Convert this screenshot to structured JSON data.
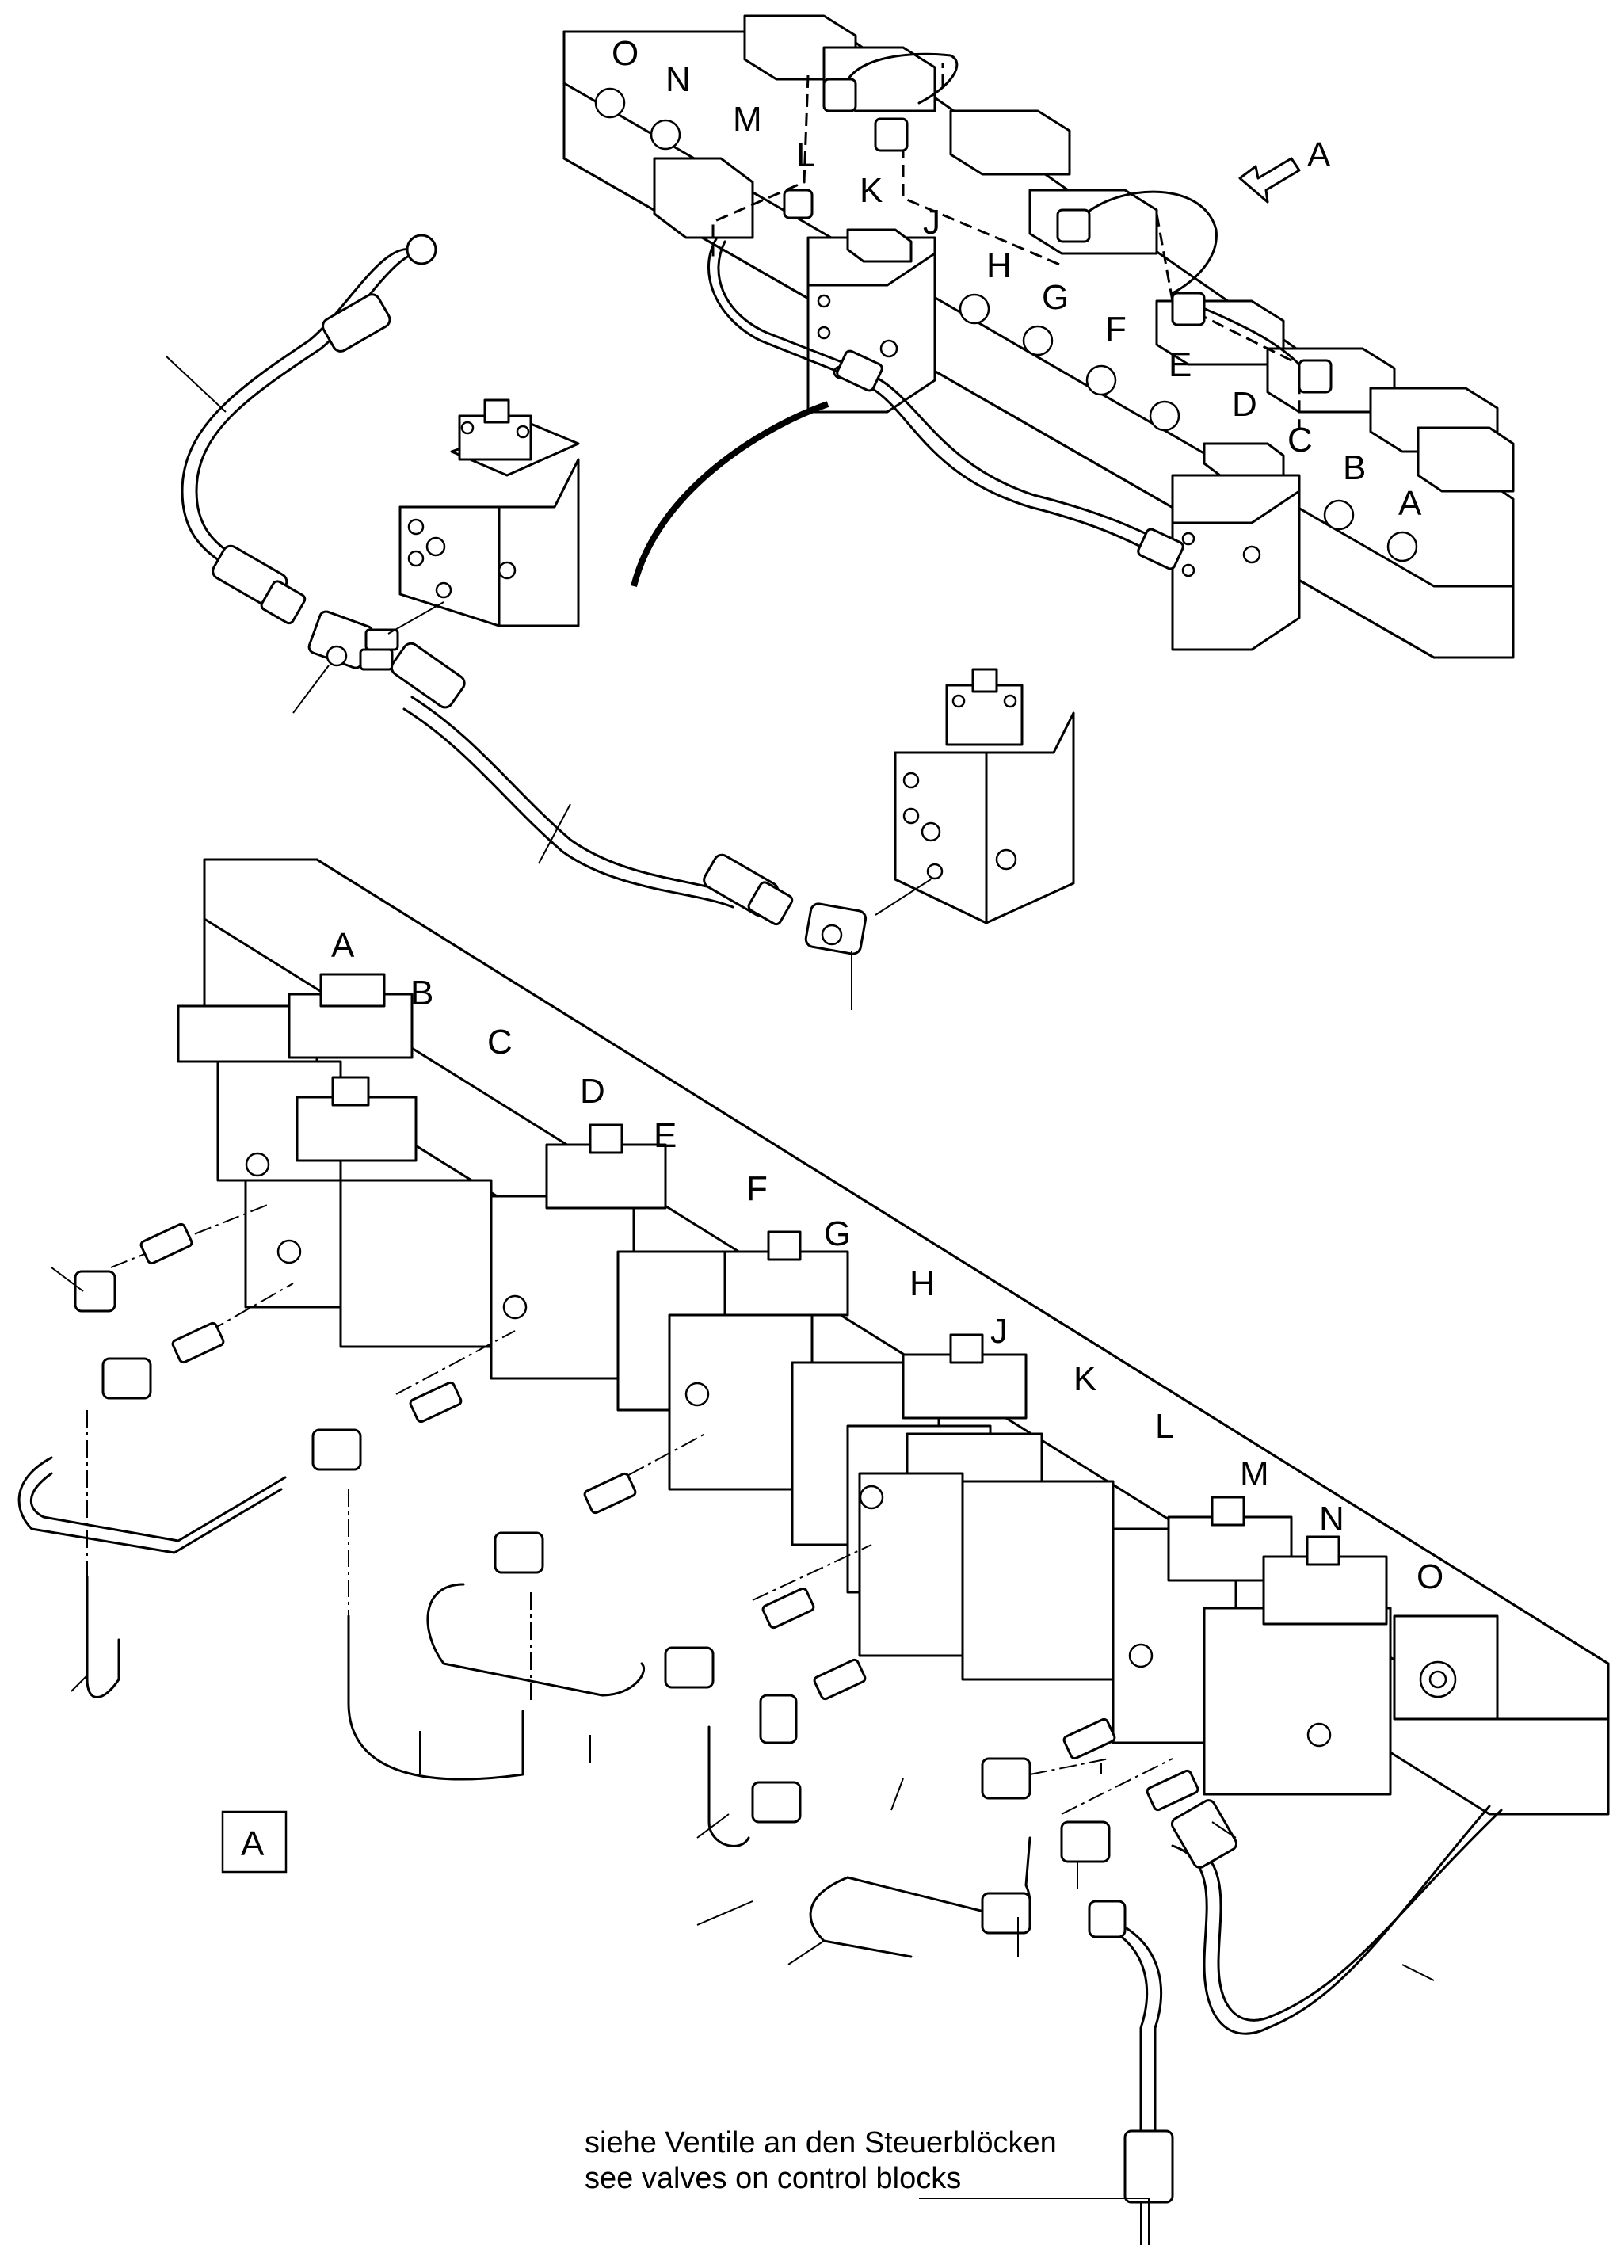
{
  "view_marker": "A",
  "view_box_label": "A",
  "top_assembly_labels": [
    "O",
    "N",
    "M",
    "L",
    "K",
    "J",
    "H",
    "G",
    "F",
    "E",
    "D",
    "C",
    "B",
    "A"
  ],
  "detail_view_labels": [
    "A",
    "B",
    "C",
    "D",
    "E",
    "F",
    "G",
    "H",
    "J",
    "K",
    "L",
    "M",
    "N",
    "O"
  ],
  "note": {
    "line1": "siehe Ventile an den Steuerblöcken",
    "line2": "see valves on control blocks"
  }
}
